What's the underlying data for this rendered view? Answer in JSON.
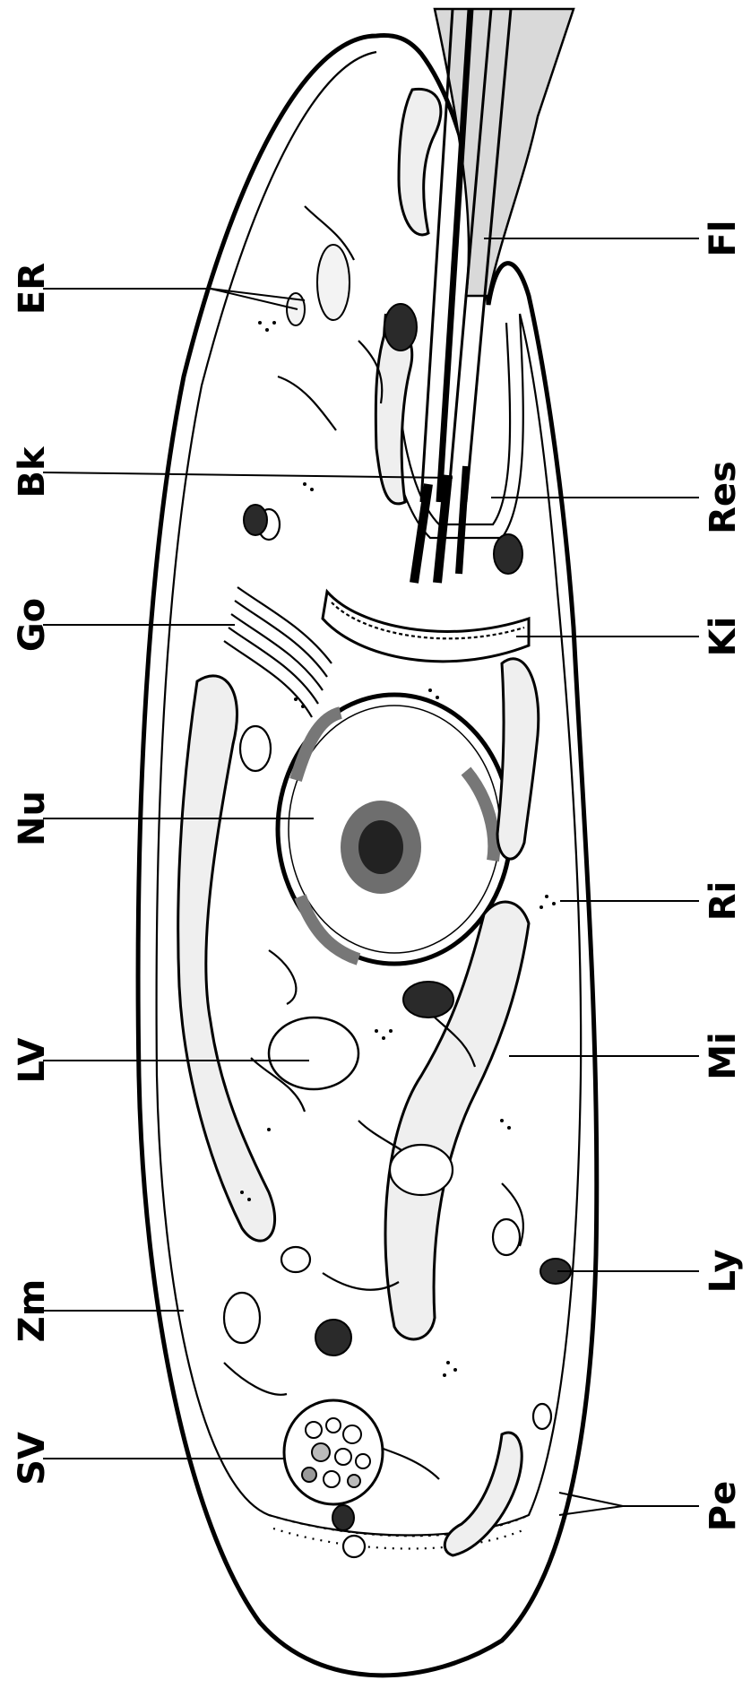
{
  "labels": {
    "left": [
      {
        "id": "er",
        "text": "ER"
      },
      {
        "id": "bk",
        "text": "Bk"
      },
      {
        "id": "go",
        "text": "Go"
      },
      {
        "id": "nu",
        "text": "Nu"
      },
      {
        "id": "lv",
        "text": "LV"
      },
      {
        "id": "zm",
        "text": "Zm"
      },
      {
        "id": "sv",
        "text": "SV"
      }
    ],
    "right": [
      {
        "id": "fl",
        "text": "Fl"
      },
      {
        "id": "res",
        "text": "Res"
      },
      {
        "id": "ki",
        "text": "Ki"
      },
      {
        "id": "ri",
        "text": "Ri"
      },
      {
        "id": "mi",
        "text": "Mi"
      },
      {
        "id": "ly",
        "text": "Ly"
      },
      {
        "id": "pe",
        "text": "Pe"
      }
    ]
  }
}
